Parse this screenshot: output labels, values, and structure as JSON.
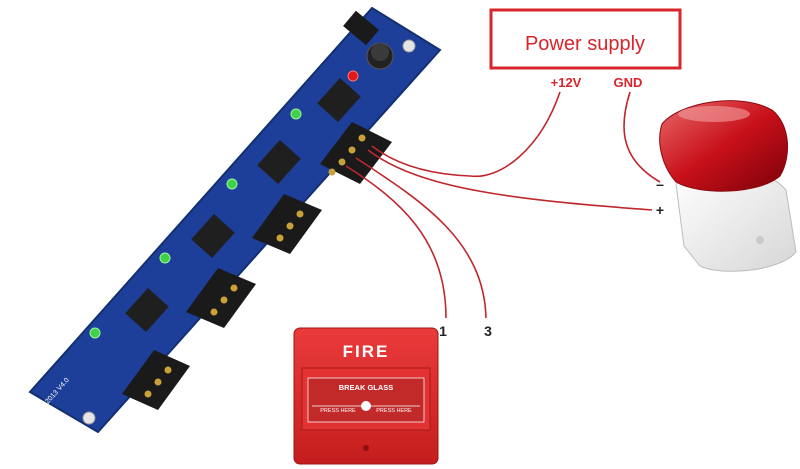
{
  "power_supply": {
    "title": "Power supply",
    "plus12v": "+12V",
    "gnd": "GND"
  },
  "siren": {
    "minus": "–",
    "plus": "+"
  },
  "wires": {
    "one": "1",
    "three": "3"
  },
  "call_point": {
    "fire": "FIRE",
    "break_glass": "BREAK GLASS",
    "press_left": "PRESS HERE",
    "press_right": "PRESS HERE"
  },
  "board": {
    "silkscreen": "2013 V4.0"
  },
  "colors": {
    "accent": "#d8242b",
    "pcb": "#1d3f9a",
    "wire": "#c0272d"
  }
}
